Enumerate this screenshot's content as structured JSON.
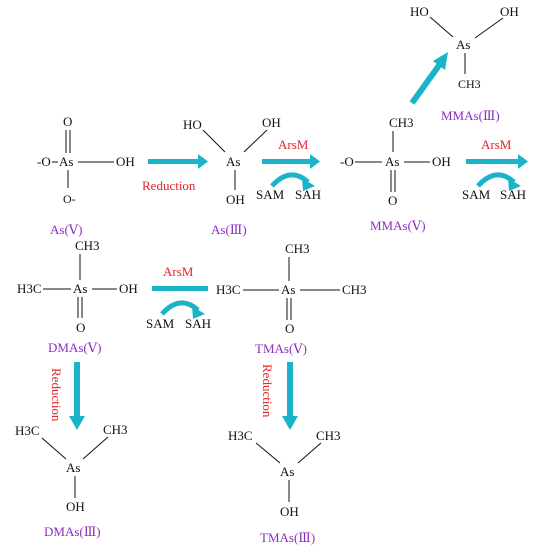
{
  "molecules": {
    "as5": {
      "name": "As(Ⅴ)",
      "o_top": "O",
      "o_left": "-O",
      "as": "As",
      "oh": "OH",
      "o_bottom": "O-"
    },
    "as3": {
      "name": "As(Ⅲ)",
      "ho": "HO",
      "oh_top": "OH",
      "as": "As",
      "oh_bottom": "OH"
    },
    "mmas5": {
      "name": "MMAs(Ⅴ)",
      "ch3": "CH3",
      "o_left": "-O",
      "as": "As",
      "oh": "OH",
      "o_bottom": "O"
    },
    "mmas3": {
      "name": "MMAs(Ⅲ)",
      "ho": "HO",
      "oh": "OH",
      "as": "As",
      "ch3": "CH3"
    },
    "dmas5": {
      "name": "DMAs(Ⅴ)",
      "ch3": "CH3",
      "h3c": "H3C",
      "as": "As",
      "oh": "OH",
      "o_bottom": "O"
    },
    "tmas5": {
      "name": "TMAs(Ⅴ)",
      "ch3_top": "CH3",
      "h3c": "H3C",
      "as": "As",
      "ch3_right": "CH3",
      "o_bottom": "O"
    },
    "dmas3": {
      "name": "DMAs(Ⅲ)",
      "h3c": "H3C",
      "ch3": "CH3",
      "as": "As",
      "oh": "OH"
    },
    "tmas3": {
      "name": "TMAs(Ⅲ)",
      "h3c": "H3C",
      "ch3": "CH3",
      "as": "As",
      "oh": "OH"
    }
  },
  "steps": {
    "reduction1": "Reduction",
    "arsm1": "ArsM",
    "arsm2": "ArsM",
    "arsm3": "ArsM",
    "reduction2": "Reduction",
    "reduction3": "Reduction"
  },
  "cofactors": {
    "c1": {
      "sam": "SAM",
      "sah": "SAH"
    },
    "c2": {
      "sam": "SAM",
      "sah": "SAH"
    },
    "c3": {
      "sam": "SAM",
      "sah": "SAH"
    }
  },
  "colors": {
    "arrow": "#1bb3c7",
    "enzyme_label": "#e8232a",
    "compound_name": "#8a2ec2",
    "structure": "#111111"
  }
}
